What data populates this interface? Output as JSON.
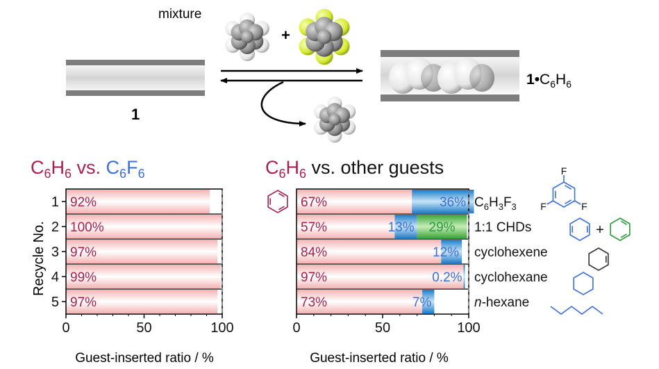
{
  "scheme": {
    "mixture_label": "mixture",
    "plus": "+",
    "host_label": "1",
    "complex_label_prefix": "1",
    "complex_label_sep": "•",
    "complex_C": "C",
    "complex_C_sub": "6",
    "complex_H": "H",
    "complex_H_sub": "6"
  },
  "chart_data": [
    {
      "type": "bar",
      "title_parts": {
        "a": "C",
        "a_sub": "6",
        "b": "H",
        "b_sub": "6",
        "vs": " vs. ",
        "c": "C",
        "c_sub": "6",
        "d": "F",
        "d_sub": "6"
      },
      "xlabel": "Guest-inserted ratio / %",
      "ylabel": "Recycle No.",
      "xlim": [
        0,
        100
      ],
      "xticks": [
        "0",
        "50",
        "100"
      ],
      "categories": [
        "1",
        "2",
        "3",
        "4",
        "5"
      ],
      "series": [
        {
          "name": "C6H6",
          "values": [
            92,
            100,
            97,
            99,
            97
          ],
          "labels": [
            "92%",
            "100%",
            "97%",
            "99%",
            "97%"
          ]
        }
      ],
      "dashed_reference": 100
    },
    {
      "type": "bar",
      "stacked": true,
      "title_parts": {
        "a": "C",
        "a_sub": "6",
        "b": "H",
        "b_sub": "6",
        "rest": " vs. other guests"
      },
      "xlabel": "Guest-inserted ratio / %",
      "xlim": [
        0,
        100
      ],
      "xticks": [
        "0",
        "50",
        "100"
      ],
      "rows": [
        {
          "benzene": 67,
          "benzene_label": "67%",
          "blue": 36,
          "blue_label": "36%",
          "green": 0,
          "green_label": "",
          "guest_parts": [
            {
              "t": "C"
            },
            {
              "t": "6",
              "sub": true
            },
            {
              "t": "H"
            },
            {
              "t": "3",
              "sub": true
            },
            {
              "t": "F"
            },
            {
              "t": "3",
              "sub": true
            }
          ]
        },
        {
          "benzene": 57,
          "benzene_label": "57%",
          "blue": 13,
          "blue_label": "13%",
          "green": 29,
          "green_label": "29%",
          "guest_parts": [
            {
              "t": "1:1 CHDs"
            }
          ]
        },
        {
          "benzene": 84,
          "benzene_label": "84%",
          "blue": 12,
          "blue_label": "12%",
          "green": 0,
          "green_label": "",
          "guest_parts": [
            {
              "t": "cyclohexene"
            }
          ]
        },
        {
          "benzene": 97,
          "benzene_label": "97%",
          "blue": 0.2,
          "blue_label": "0.2%",
          "green": 0,
          "green_label": "",
          "guest_parts": [
            {
              "t": "cyclohexane"
            }
          ]
        },
        {
          "benzene": 73,
          "benzene_label": "73%",
          "blue": 7,
          "blue_label": "7%",
          "green": 0,
          "green_label": "",
          "guest_parts": [
            {
              "t": "n",
              "italic": true
            },
            {
              "t": "-hexane"
            }
          ]
        }
      ],
      "dashed_reference": 100,
      "structure_atom_label": "F",
      "structure_plus": "+"
    }
  ],
  "colors": {
    "benzene": "#a3234f",
    "fluoro": "#3f6fd1",
    "green": "#2a9a3c",
    "bar_core": "#ffffff",
    "bar_edge": "#f6b3b3",
    "blue_core": "#bfe0f7",
    "blue_edge": "#1f7bc7",
    "green_core": "#bfe8b0",
    "green_edge": "#39a63a"
  }
}
